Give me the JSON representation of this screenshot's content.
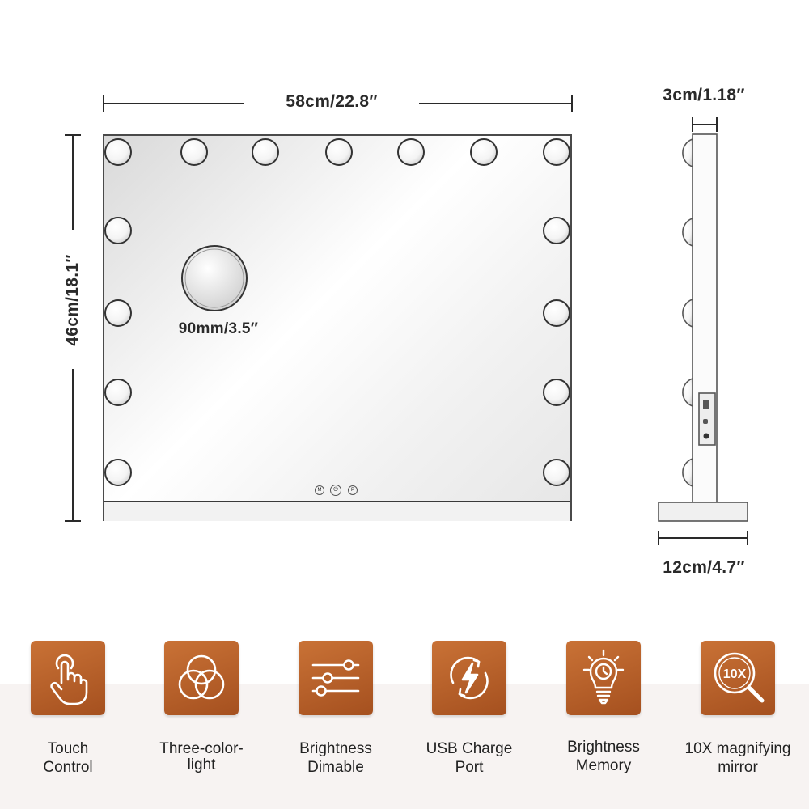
{
  "dimensions": {
    "width": "58cm/22.8″",
    "height": "46cm/18.1″",
    "depth": "3cm/1.18″",
    "base": "12cm/4.7″",
    "magnifier": "90mm/3.5″"
  },
  "controls": [
    "M",
    "⏻",
    "P"
  ],
  "features": [
    {
      "icon": "touch-hand-icon",
      "label_line1": "Touch",
      "label_line2": "Control"
    },
    {
      "icon": "three-color-icon",
      "label_line1": "Three-color-",
      "label_line2": "light"
    },
    {
      "icon": "sliders-icon",
      "label_line1": "Brightness",
      "label_line2": "Dimable"
    },
    {
      "icon": "usb-charge-icon",
      "label_line1": "USB Charge",
      "label_line2": "Port"
    },
    {
      "icon": "lightbulb-memory-icon",
      "label_line1": "Brightness",
      "label_line2": "Memory"
    },
    {
      "icon": "magnifier-10x-icon",
      "label_line1": "10X magnifying",
      "label_line2": "mirror"
    }
  ],
  "icon_text": {
    "magnify": "10X"
  },
  "colors": {
    "accent": "#b75d27",
    "lower_bg": "#f7f3f2",
    "line": "#2a2a2a"
  }
}
